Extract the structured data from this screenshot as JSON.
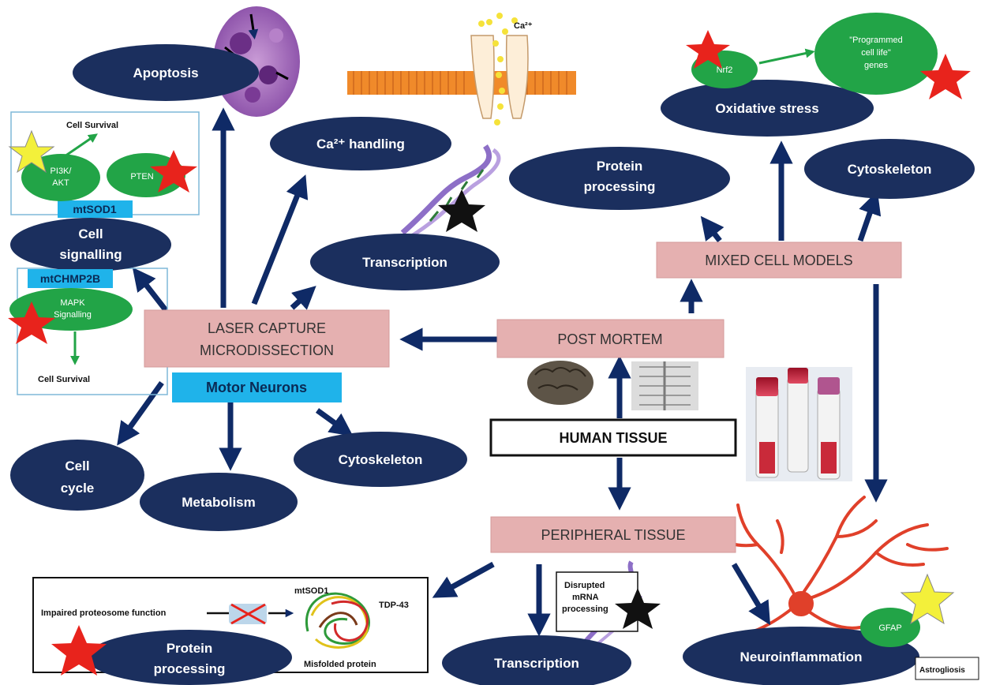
{
  "diagram": {
    "ellipses": {
      "apoptosis": "Apoptosis",
      "ca_handling": "Ca²⁺ handling",
      "protein_processing_top": [
        "Protein",
        "processing"
      ],
      "oxidative_stress": "Oxidative stress",
      "cytoskeleton_top": "Cytoskeleton",
      "cell_signalling": [
        "Cell",
        "signalling"
      ],
      "transcription_mid": "Transcription",
      "cell_cycle": [
        "Cell",
        "cycle"
      ],
      "metabolism": "Metabolism",
      "cytoskeleton_mid": "Cytoskeleton",
      "protein_processing_bottom": [
        "Protein",
        "processing"
      ],
      "transcription_bottom": "Transcription",
      "neuroinflammation": "Neuroinflammation"
    },
    "boxes": {
      "lcm": [
        "LASER CAPTURE",
        "MICRODISSECTION"
      ],
      "post_mortem": "POST MORTEM",
      "mixed_cell_models": "MIXED CELL MODELS",
      "human_tissue": "HUMAN TISSUE",
      "peripheral_tissue": "PERIPHERAL TISSUE"
    },
    "labels": {
      "motor_neurons": "Motor Neurons",
      "mtsod1": "mtSOD1",
      "mtchmp2b": "mtCHMP2B",
      "cell_survival_top": "Cell Survival",
      "cell_survival_bottom": "Cell Survival",
      "pi3k": [
        "PI3K/",
        "AKT"
      ],
      "pten": "PTEN",
      "mapk": [
        "MAPK",
        "Signalling"
      ],
      "nrf2": "Nrf2",
      "programmed": [
        "\"Programmed",
        "cell life\"",
        "genes"
      ],
      "ca": "Ca²⁺",
      "impaired": "Impaired proteosome function",
      "mtsod1_bottom": "mtSOD1",
      "tdp43": "TDP-43",
      "misfolded": "Misfolded protein",
      "disrupted": [
        "Disrupted",
        "mRNA",
        "processing"
      ],
      "gfap": "GFAP",
      "astrogliosis": "Astrogliosis"
    },
    "colors": {
      "ellipse": "#1b2f5e",
      "box": "#e5b0b0",
      "arrow": "#0f2a66",
      "cyan": "#1fb3ea",
      "green": "#22a447",
      "star_red": "#e8231c",
      "star_yellow": "#f3f03a"
    }
  }
}
